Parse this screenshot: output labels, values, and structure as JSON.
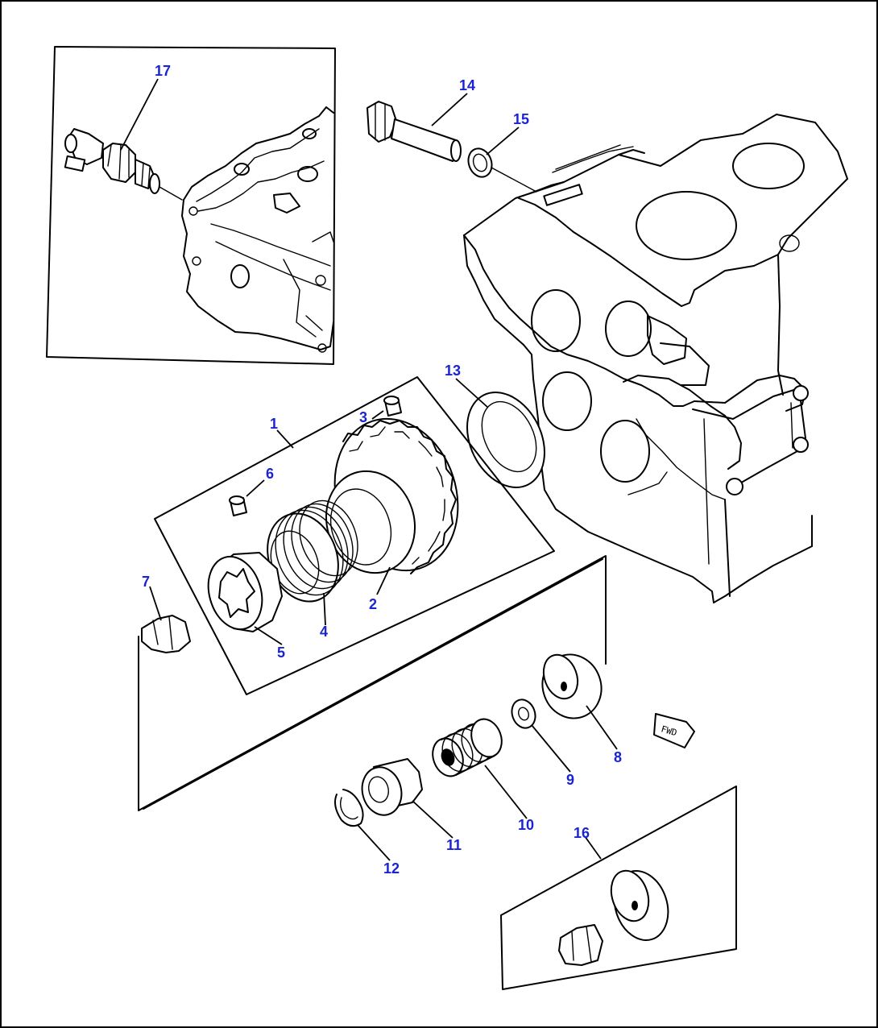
{
  "callouts": [
    {
      "id": "1",
      "label": "1"
    },
    {
      "id": "2",
      "label": "2"
    },
    {
      "id": "3",
      "label": "3"
    },
    {
      "id": "4",
      "label": "4"
    },
    {
      "id": "5",
      "label": "5"
    },
    {
      "id": "6",
      "label": "6"
    },
    {
      "id": "7",
      "label": "7"
    },
    {
      "id": "8",
      "label": "8"
    },
    {
      "id": "9",
      "label": "9"
    },
    {
      "id": "10",
      "label": "10"
    },
    {
      "id": "11",
      "label": "11"
    },
    {
      "id": "12",
      "label": "12"
    },
    {
      "id": "13",
      "label": "13"
    },
    {
      "id": "14",
      "label": "14"
    },
    {
      "id": "15",
      "label": "15"
    },
    {
      "id": "16",
      "label": "16"
    },
    {
      "id": "17",
      "label": "17"
    }
  ],
  "direction_marker": "FWD",
  "colors": {
    "callout": "#1a24d0",
    "lines": "#000000",
    "background": "#ffffff"
  }
}
